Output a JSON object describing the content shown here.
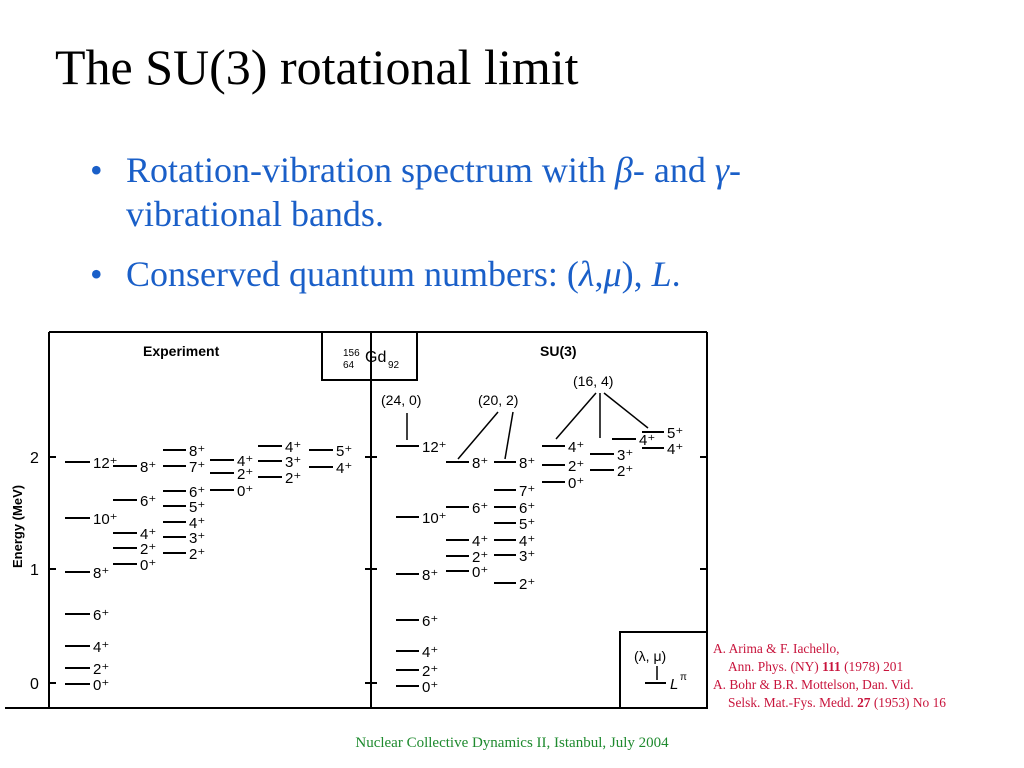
{
  "slide": {
    "title": "The SU(3) rotational limit"
  },
  "bullets": {
    "b1": {
      "prefix": "Rotation-vibration spectrum with ",
      "beta": "β",
      "mid": "- and ",
      "gamma": "γ",
      "suffix": "-",
      "line2": "vibrational bands."
    },
    "b2": {
      "prefix": "Conserved quantum numbers: (",
      "lambda": "λ",
      "comma": ",",
      "mu": "μ",
      "close": "), ",
      "L": "L",
      "end": "."
    }
  },
  "figure": {
    "experiment_label": "Experiment",
    "su3_label": "SU(3)",
    "nucleus": {
      "A": "156",
      "Z": "64",
      "symbol": "Gd",
      "N": "92"
    },
    "y_axis_label": "Energy (MeV)",
    "y_ticks": [
      "2",
      "1",
      "0"
    ],
    "irreps": [
      "(24, 0)",
      "(20, 2)",
      "(16, 4)"
    ],
    "key": {
      "irrep": "(λ, μ)",
      "level": "L",
      "level_sup": "π"
    },
    "exp_levels": [
      "12⁺",
      "8⁺",
      "8⁺",
      "7⁺",
      "4⁺",
      "4⁺",
      "5⁺",
      "3⁺",
      "4⁺",
      "2⁺",
      "2⁺",
      "0⁺",
      "6⁺",
      "6⁺",
      "5⁺",
      "10⁺",
      "4⁺",
      "4⁺",
      "3⁺",
      "2⁺",
      "2⁺",
      "0⁺",
      "8⁺",
      "6⁺",
      "4⁺",
      "2⁺",
      "0⁺"
    ],
    "su3_levels": [
      "12⁺",
      "8⁺",
      "8⁺",
      "4⁺",
      "4⁺",
      "5⁺",
      "2⁺",
      "3⁺",
      "4⁺",
      "0⁺",
      "2⁺",
      "7⁺",
      "6⁺",
      "6⁺",
      "5⁺",
      "10⁺",
      "4⁺",
      "4⁺",
      "2⁺",
      "3⁺",
      "0⁺",
      "2⁺",
      "8⁺",
      "6⁺",
      "4⁺",
      "2⁺",
      "0⁺"
    ]
  },
  "references": {
    "r1_l1": "A. Arima & F. Iachello,",
    "r1_l2_pre": "Ann. Phys. (NY) ",
    "r1_l2_bold": "111",
    "r1_l2_post": " (1978) 201",
    "r2_l1": "A. Bohr & B.R. Mottelson, Dan. Vid.",
    "r2_l2_pre": "Selsk. Mat.-Fys. Medd. ",
    "r2_l2_bold": "27",
    "r2_l2_post": " (1953) No 16"
  },
  "footer": "Nuclear Collective Dynamics II, Istanbul, July 2004"
}
